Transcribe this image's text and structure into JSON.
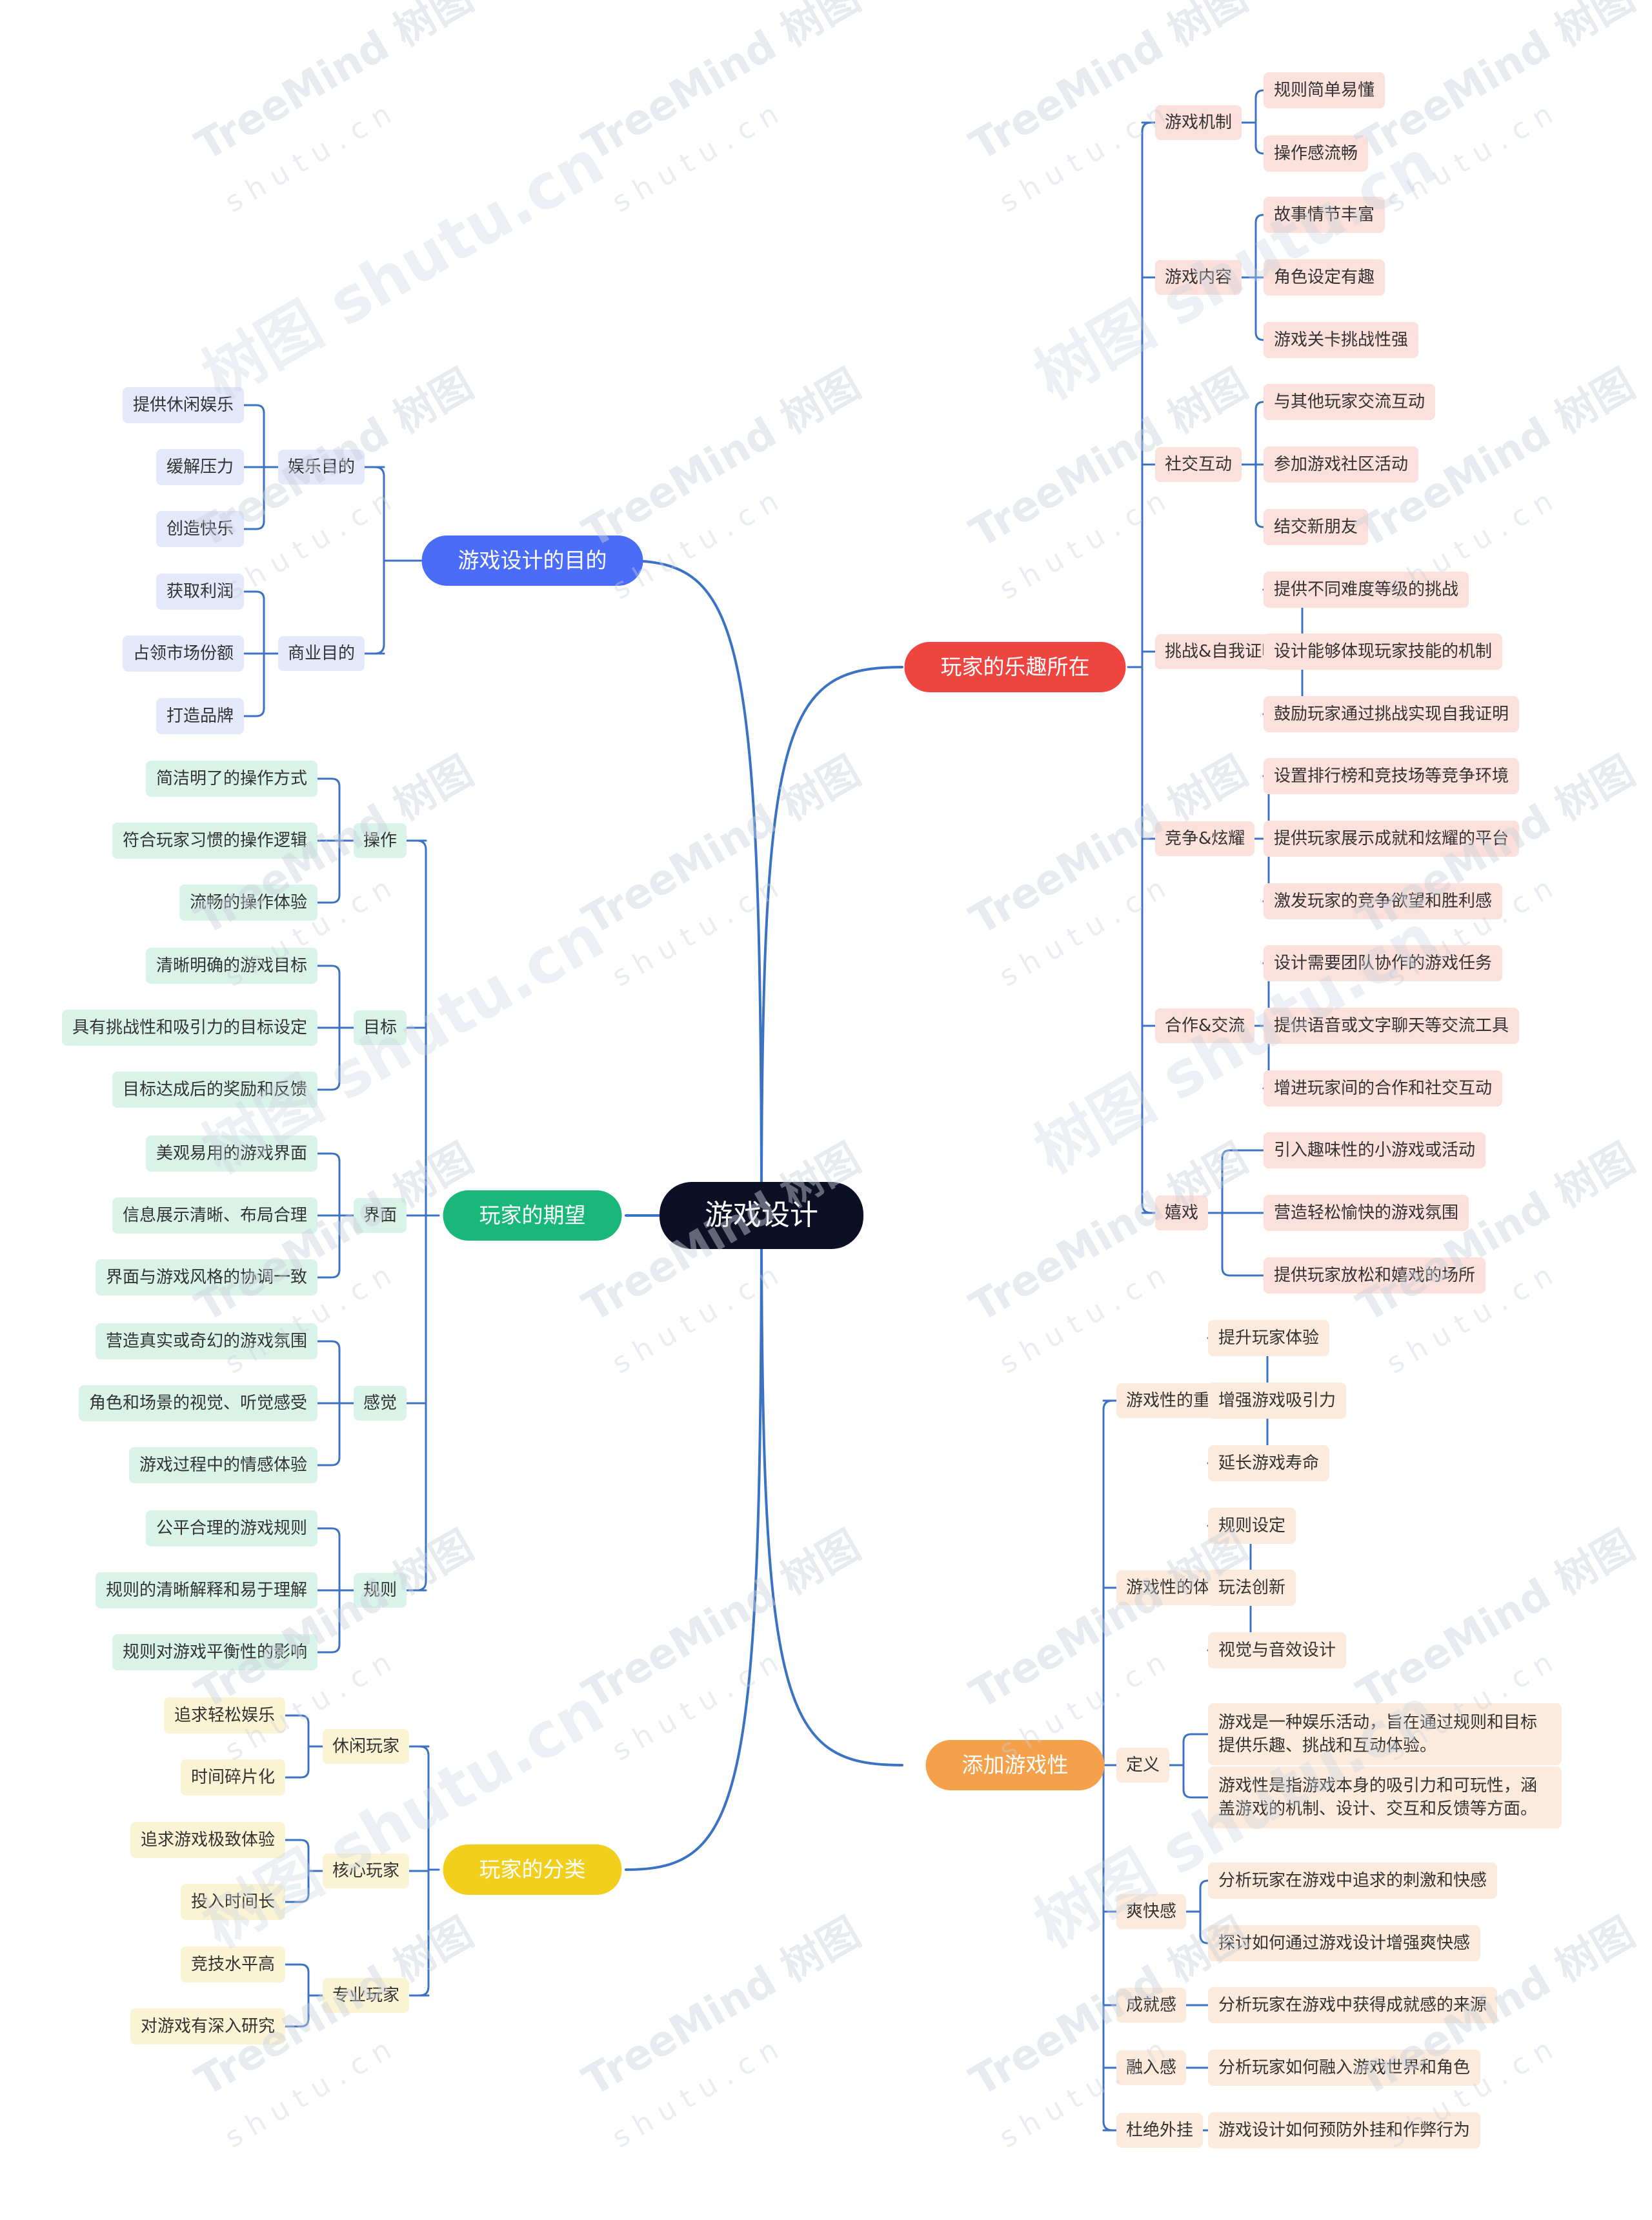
{
  "root": {
    "label": "游戏设计"
  },
  "colors": {
    "root": "#0d0f24",
    "line": "#3b72c4",
    "watermark": "#c9d0dc"
  },
  "watermark": {
    "brand": "TreeMind 树图",
    "domain": "s h u t u . c n",
    "big": "树图 shutu.cn"
  },
  "branches": [
    {
      "label": "游戏设计的目的",
      "side": "left",
      "color": "#4a6cf7",
      "pale": "#e4e8fb",
      "children": [
        {
          "label": "娱乐目的",
          "children": [
            "提供休闲娱乐",
            "缓解压力",
            "创造快乐"
          ]
        },
        {
          "label": "商业目的",
          "children": [
            "获取利润",
            "占领市场份额",
            "打造品牌"
          ]
        }
      ]
    },
    {
      "label": "玩家的期望",
      "side": "left",
      "color": "#19b87a",
      "pale": "#daf3e8",
      "children": [
        {
          "label": "操作",
          "children": [
            "简洁明了的操作方式",
            "符合玩家习惯的操作逻辑",
            "流畅的操作体验"
          ]
        },
        {
          "label": "目标",
          "children": [
            "清晰明确的游戏目标",
            "具有挑战性和吸引力的目标设定",
            "目标达成后的奖励和反馈"
          ]
        },
        {
          "label": "界面",
          "children": [
            "美观易用的游戏界面",
            "信息展示清晰、布局合理",
            "界面与游戏风格的协调一致"
          ]
        },
        {
          "label": "感觉",
          "children": [
            "营造真实或奇幻的游戏氛围",
            "角色和场景的视觉、听觉感受",
            "游戏过程中的情感体验"
          ]
        },
        {
          "label": "规则",
          "children": [
            "公平合理的游戏规则",
            "规则的清晰解释和易于理解",
            "规则对游戏平衡性的影响"
          ]
        }
      ]
    },
    {
      "label": "玩家的分类",
      "side": "left",
      "color": "#f2cf1d",
      "pale": "#fbf4d4",
      "children": [
        {
          "label": "休闲玩家",
          "children": [
            "追求轻松娱乐",
            "时间碎片化"
          ]
        },
        {
          "label": "核心玩家",
          "children": [
            "追求游戏极致体验",
            "投入时间长"
          ]
        },
        {
          "label": "专业玩家",
          "children": [
            "竞技水平高",
            "对游戏有深入研究"
          ]
        }
      ]
    },
    {
      "label": "玩家的乐趣所在",
      "side": "right",
      "color": "#ee4540",
      "pale": "#fbe0dc",
      "children": [
        {
          "label": "游戏机制",
          "children": [
            "规则简单易懂",
            "操作感流畅"
          ]
        },
        {
          "label": "游戏内容",
          "children": [
            "故事情节丰富",
            "角色设定有趣",
            "游戏关卡挑战性强"
          ]
        },
        {
          "label": "社交互动",
          "children": [
            "与其他玩家交流互动",
            "参加游戏社区活动",
            "结交新朋友"
          ]
        },
        {
          "label": "挑战&自我证明",
          "children": [
            "提供不同难度等级的挑战",
            "设计能够体现玩家技能的机制",
            "鼓励玩家通过挑战实现自我证明"
          ]
        },
        {
          "label": "竞争&炫耀",
          "children": [
            "设置排行榜和竞技场等竞争环境",
            "提供玩家展示成就和炫耀的平台",
            "激发玩家的竞争欲望和胜利感"
          ]
        },
        {
          "label": "合作&交流",
          "children": [
            "设计需要团队协作的游戏任务",
            "提供语音或文字聊天等交流工具",
            "增进玩家间的合作和社交互动"
          ]
        },
        {
          "label": "嬉戏",
          "children": [
            "引入趣味性的小游戏或活动",
            "营造轻松愉快的游戏氛围",
            "提供玩家放松和嬉戏的场所"
          ]
        }
      ]
    },
    {
      "label": "添加游戏性",
      "side": "right",
      "color": "#f5a04a",
      "pale": "#fcebdc",
      "children": [
        {
          "label": "游戏性的重要性",
          "children": [
            "提升玩家体验",
            "增强游戏吸引力",
            "延长游戏寿命"
          ]
        },
        {
          "label": "游戏性的体现",
          "children": [
            "规则设定",
            "玩法创新",
            "视觉与音效设计"
          ]
        },
        {
          "label": "定义",
          "children": [
            "游戏是一种娱乐活动，旨在通过规则和目标提供乐趣、挑战和互动体验。",
            "游戏性是指游戏本身的吸引力和可玩性，涵盖游戏的机制、设计、交互和反馈等方面。"
          ]
        },
        {
          "label": "爽快感",
          "children": [
            "分析玩家在游戏中追求的刺激和快感",
            "探讨如何通过游戏设计增强爽快感"
          ]
        },
        {
          "label": "成就感",
          "children": [
            "分析玩家在游戏中获得成就感的来源"
          ]
        },
        {
          "label": "融入感",
          "children": [
            "分析玩家如何融入游戏世界和角色"
          ]
        },
        {
          "label": "杜绝外挂",
          "children": [
            "游戏设计如何预防外挂和作弊行为"
          ]
        }
      ]
    }
  ]
}
